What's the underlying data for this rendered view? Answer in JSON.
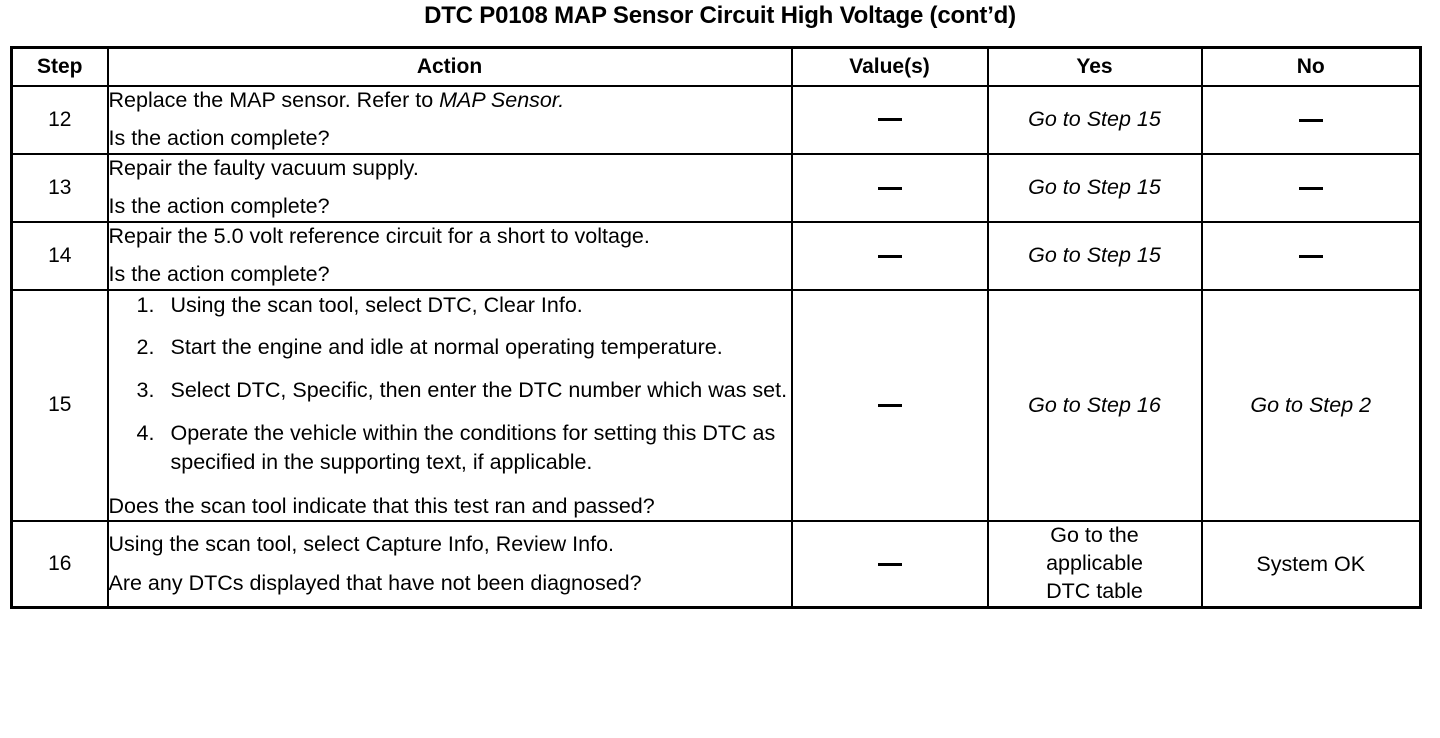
{
  "document": {
    "title": "DTC P0108 MAP Sensor Circuit High Voltage (cont’d)"
  },
  "table": {
    "headers": {
      "step": "Step",
      "action": "Action",
      "value": "Value(s)",
      "yes": "Yes",
      "no": "No"
    },
    "dash": "—",
    "rows": [
      {
        "step": "12",
        "action_lines": [
          {
            "text": "Replace the MAP sensor. Refer to ",
            "italic_tail": "MAP Sensor."
          },
          {
            "text": "Is the action complete?",
            "italic_tail": ""
          }
        ],
        "value": "—",
        "yes": "Go to Step 15",
        "yes_italic": true,
        "no": "—",
        "no_italic": false
      },
      {
        "step": "13",
        "action_lines": [
          {
            "text": "Repair the faulty vacuum supply.",
            "italic_tail": ""
          },
          {
            "text": "Is the action complete?",
            "italic_tail": ""
          }
        ],
        "value": "—",
        "yes": "Go to Step 15",
        "yes_italic": true,
        "no": "—",
        "no_italic": false
      },
      {
        "step": "14",
        "action_lines": [
          {
            "text": "Repair the 5.0 volt reference circuit for a short to voltage.",
            "italic_tail": ""
          },
          {
            "text": "Is the action complete?",
            "italic_tail": ""
          }
        ],
        "value": "—",
        "yes": "Go to Step 15",
        "yes_italic": true,
        "no": "—",
        "no_italic": false
      },
      {
        "step": "15",
        "procedure": [
          {
            "num": "1.",
            "text": "Using the scan tool, select DTC, Clear Info."
          },
          {
            "num": "2.",
            "text": "Start the engine and idle at normal operating temperature."
          },
          {
            "num": "3.",
            "text": "Select DTC, Specific, then enter the DTC number which was set."
          },
          {
            "num": "4.",
            "text": "Operate the vehicle within the conditions for setting this DTC as specified in the supporting text, if applicable."
          }
        ],
        "question": "Does the scan tool indicate that this test ran and passed?",
        "value": "—",
        "yes": "Go to Step 16",
        "yes_italic": true,
        "no": "Go to Step 2",
        "no_italic": true
      },
      {
        "step": "16",
        "action_lines": [
          {
            "text": "Using the scan tool, select Capture Info, Review Info.",
            "italic_tail": ""
          },
          {
            "text": "Are any DTCs displayed that have not been diagnosed?",
            "italic_tail": ""
          }
        ],
        "value": "—",
        "yes_lines": [
          "Go to the",
          "applicable",
          "DTC table"
        ],
        "yes_italic": false,
        "no": "System OK",
        "no_italic": false
      }
    ]
  }
}
